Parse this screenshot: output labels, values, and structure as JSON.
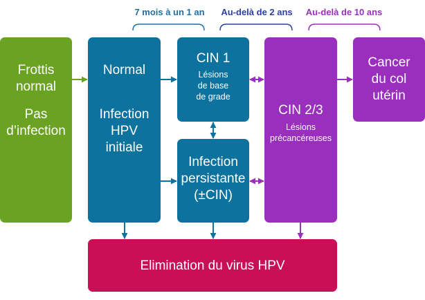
{
  "timeline": {
    "period_1": "7 mois à un 1 an",
    "period_2": "Au-delà de 2 ans",
    "period_3": "Au-delà de 10 ans"
  },
  "boxes": {
    "smear": {
      "line1": "Frottis",
      "line2": "normal",
      "line3": "Pas",
      "line4": "d’infection"
    },
    "normal_hpv": {
      "line1": "Normal",
      "line2": "Infection",
      "line3": "HPV",
      "line4": "initiale"
    },
    "cin1": {
      "title": "CIN 1",
      "line1": "Lésions",
      "line2": "de base",
      "line3": "de grade"
    },
    "persistent": {
      "line1": "Infection",
      "line2": "persistante",
      "line3": "(±CIN)"
    },
    "cin23": {
      "title": "CIN 2/3",
      "line1": "Lésions",
      "line2": "précancéreuses"
    },
    "cancer": {
      "line1": "Cancer",
      "line2": "du col",
      "line3": "utérin"
    },
    "elimination": {
      "label": "Elimination du virus HPV"
    }
  },
  "colors": {
    "green": "#6aa321",
    "blue": "#0e729e",
    "purple": "#9a2ebd",
    "crimson": "#c90f55",
    "header_blue": "#1d6fa3",
    "header_indigo": "#2c3fa6",
    "header_purple": "#9a2ebd"
  }
}
